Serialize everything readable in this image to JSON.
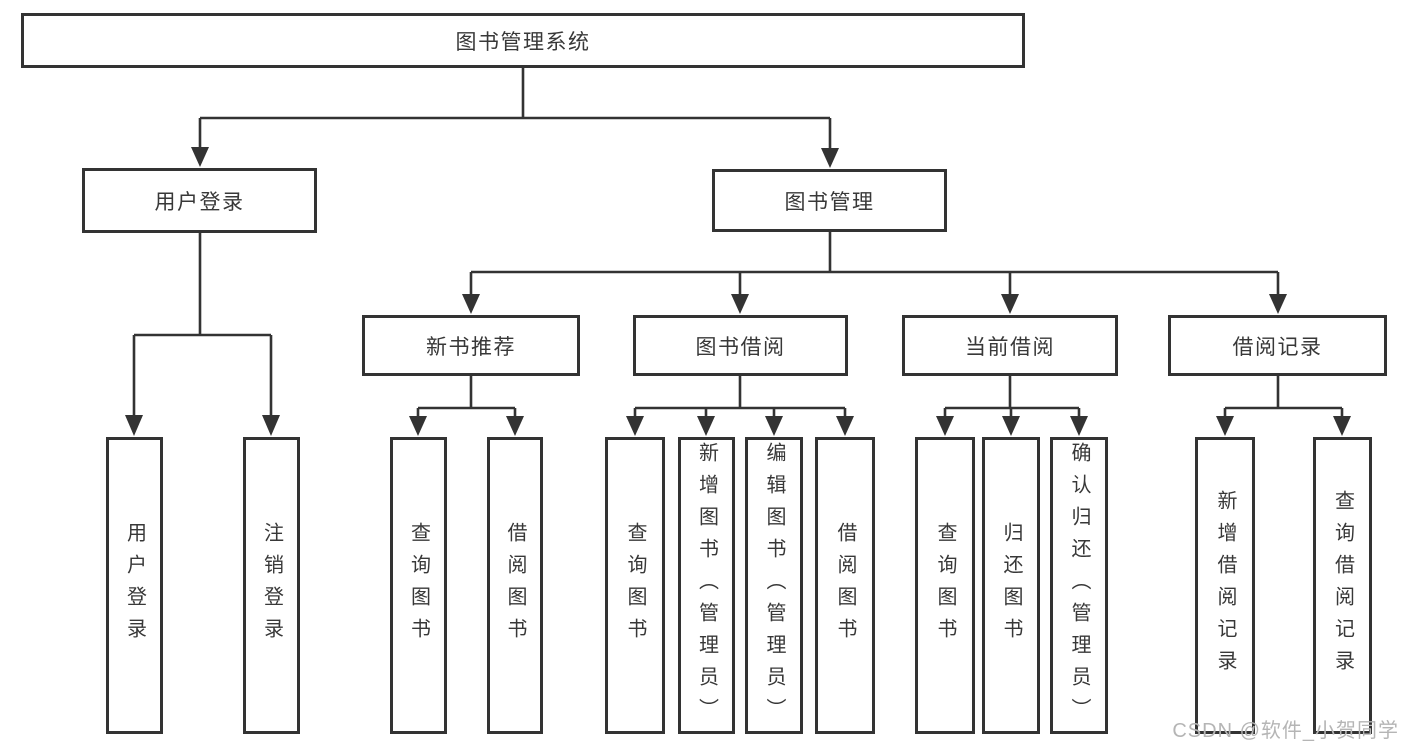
{
  "colors": {
    "line": "#333333",
    "box_border": "#333333",
    "text": "#383838",
    "watermark": "#b5b5b5",
    "background": "#ffffff"
  },
  "nodes": {
    "root": "图书管理系统",
    "user_login": "用户登录",
    "book_management": "图书管理",
    "new_book_recommend": "新书推荐",
    "book_borrow": "图书借阅",
    "current_borrow": "当前借阅",
    "borrow_record": "借阅记录",
    "user_login_leaf": "用户登录",
    "logout_leaf": "注销登录",
    "newbook_query_books": "查询图书",
    "newbook_borrow_books": "借阅图书",
    "borrow_query_books": "查询图书",
    "borrow_add_books_admin": "新增图书（管理员）",
    "borrow_edit_books_admin": "编辑图书（管理员）",
    "borrow_borrow_books": "借阅图书",
    "current_query_books": "查询图书",
    "current_return_books": "归还图书",
    "current_confirm_return_admin": "确认归还（管理员）",
    "record_add_record": "新增借阅记录",
    "record_query_record": "查询借阅记录"
  },
  "edges": [
    [
      "root",
      "user_login"
    ],
    [
      "root",
      "book_management"
    ],
    [
      "user_login",
      "user_login_leaf"
    ],
    [
      "user_login",
      "logout_leaf"
    ],
    [
      "book_management",
      "new_book_recommend"
    ],
    [
      "book_management",
      "book_borrow"
    ],
    [
      "book_management",
      "current_borrow"
    ],
    [
      "book_management",
      "borrow_record"
    ],
    [
      "new_book_recommend",
      "newbook_query_books"
    ],
    [
      "new_book_recommend",
      "newbook_borrow_books"
    ],
    [
      "book_borrow",
      "borrow_query_books"
    ],
    [
      "book_borrow",
      "borrow_add_books_admin"
    ],
    [
      "book_borrow",
      "borrow_edit_books_admin"
    ],
    [
      "book_borrow",
      "borrow_borrow_books"
    ],
    [
      "current_borrow",
      "current_query_books"
    ],
    [
      "current_borrow",
      "current_return_books"
    ],
    [
      "current_borrow",
      "current_confirm_return_admin"
    ],
    [
      "borrow_record",
      "record_add_record"
    ],
    [
      "borrow_record",
      "record_query_record"
    ]
  ],
  "watermark": "CSDN @软件_小贺同学"
}
